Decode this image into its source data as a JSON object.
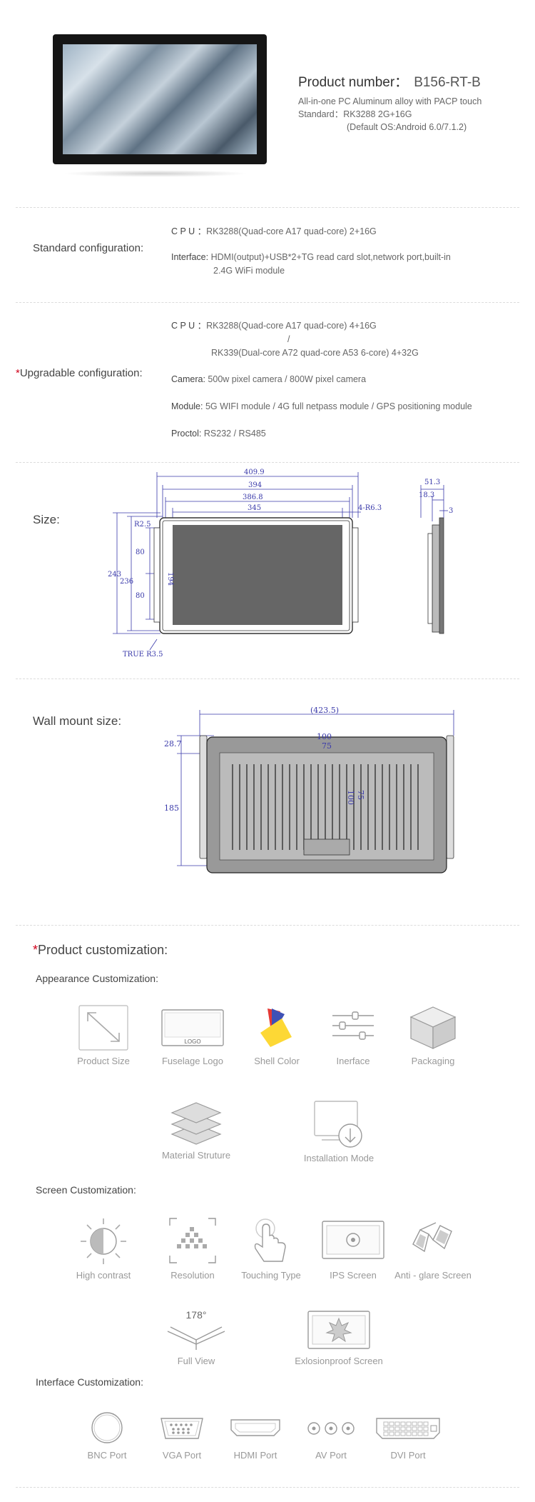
{
  "product": {
    "number_label": "Product number：",
    "number_value": "B156-RT-B",
    "description": "All-in-one PC Aluminum alloy with PACP touch",
    "standard_label": "Standard：",
    "standard_value": "RK3288 2G+16G",
    "default_os": "(Default OS:Android 6.0/7.1.2)"
  },
  "standard": {
    "label": "Standard configuration:",
    "cpu_key": "C P U ：",
    "cpu_value": "RK3288(Quad-core A17 quad-core) 2+16G",
    "interface_key": "Interface:",
    "interface_line1": "HDMI(output)+USB*2+TG read card slot,network port,built-in",
    "interface_line2": "2.4G WiFi module"
  },
  "upgradable": {
    "star": "*",
    "label": "Upgradable configuration:",
    "cpu_key": "C P U ：",
    "cpu_line1": "RK3288(Quad-core A17 quad-core) 4+16G",
    "cpu_sep": "/",
    "cpu_line2": "RK339(Dual-core A72 quad-core A53 6-core) 4+32G",
    "camera_key": "Camera:",
    "camera_value": "500w pixel camera / 800W pixel camera",
    "module_key": "Module:",
    "module_value": "5G WIFI module / 4G full netpass module / GPS positioning module",
    "proctol_key": "Proctol:",
    "proctol_value": "RS232 / RS485"
  },
  "size": {
    "label": "Size:",
    "dims": {
      "w1": "409.9",
      "w2": "394",
      "w3": "386.8",
      "w4": "345",
      "corner": "4-R6.3",
      "r": "R2.5",
      "h_outer": "243",
      "h_inner": "236",
      "screen_h": "194",
      "v80a": "80",
      "v80b": "80",
      "true_r": "TRUE R3.5",
      "side_w": "51.3",
      "side_d": "18.3",
      "side_t": "3"
    }
  },
  "wall": {
    "label": "Wall mount size:",
    "dims": {
      "w": "(423.5)",
      "top": "28.7",
      "hole_w": "100",
      "hole_w2": "75",
      "hole_h": "100",
      "hole_h2": "75",
      "h": "185"
    }
  },
  "custom": {
    "star": "*",
    "title": "Product customization:",
    "appearance_title": "Appearance Customization:",
    "appearance": [
      {
        "label": "Product Size",
        "icon": "resize-arrow-icon"
      },
      {
        "label": "Fuselage Logo",
        "icon": "logo-monitor-icon",
        "logo_text": "LOGO"
      },
      {
        "label": "Shell Color",
        "icon": "color-swatch-icon"
      },
      {
        "label": "Inerface",
        "icon": "sliders-icon"
      },
      {
        "label": "Packaging",
        "icon": "box-icon"
      },
      {
        "label": "Material Struture",
        "icon": "layers-icon"
      },
      {
        "label": "Installation Mode",
        "icon": "install-screen-icon"
      }
    ],
    "screen_title": "Screen Customization:",
    "screen": [
      {
        "label": "High contrast",
        "icon": "contrast-sun-icon"
      },
      {
        "label": "Resolution",
        "icon": "resolution-icon"
      },
      {
        "label": "Touching Type",
        "icon": "touch-hand-icon"
      },
      {
        "label": "IPS Screen",
        "icon": "ips-screen-icon"
      },
      {
        "label": "Anti - glare Screen",
        "icon": "glasses-icon"
      },
      {
        "label": "Full View",
        "icon": "view-angle-icon",
        "angle": "178°"
      },
      {
        "label": "Exlosionproof Screen",
        "icon": "explosion-screen-icon"
      }
    ],
    "interface_title": "Interface Customization:",
    "interface": [
      {
        "label": "BNC Port",
        "icon": "bnc-port-icon"
      },
      {
        "label": "VGA Port",
        "icon": "vga-port-icon"
      },
      {
        "label": "HDMI Port",
        "icon": "hdmi-port-icon"
      },
      {
        "label": "AV Port",
        "icon": "av-port-icon"
      },
      {
        "label": "DVI Port",
        "icon": "dvi-port-icon"
      }
    ]
  }
}
